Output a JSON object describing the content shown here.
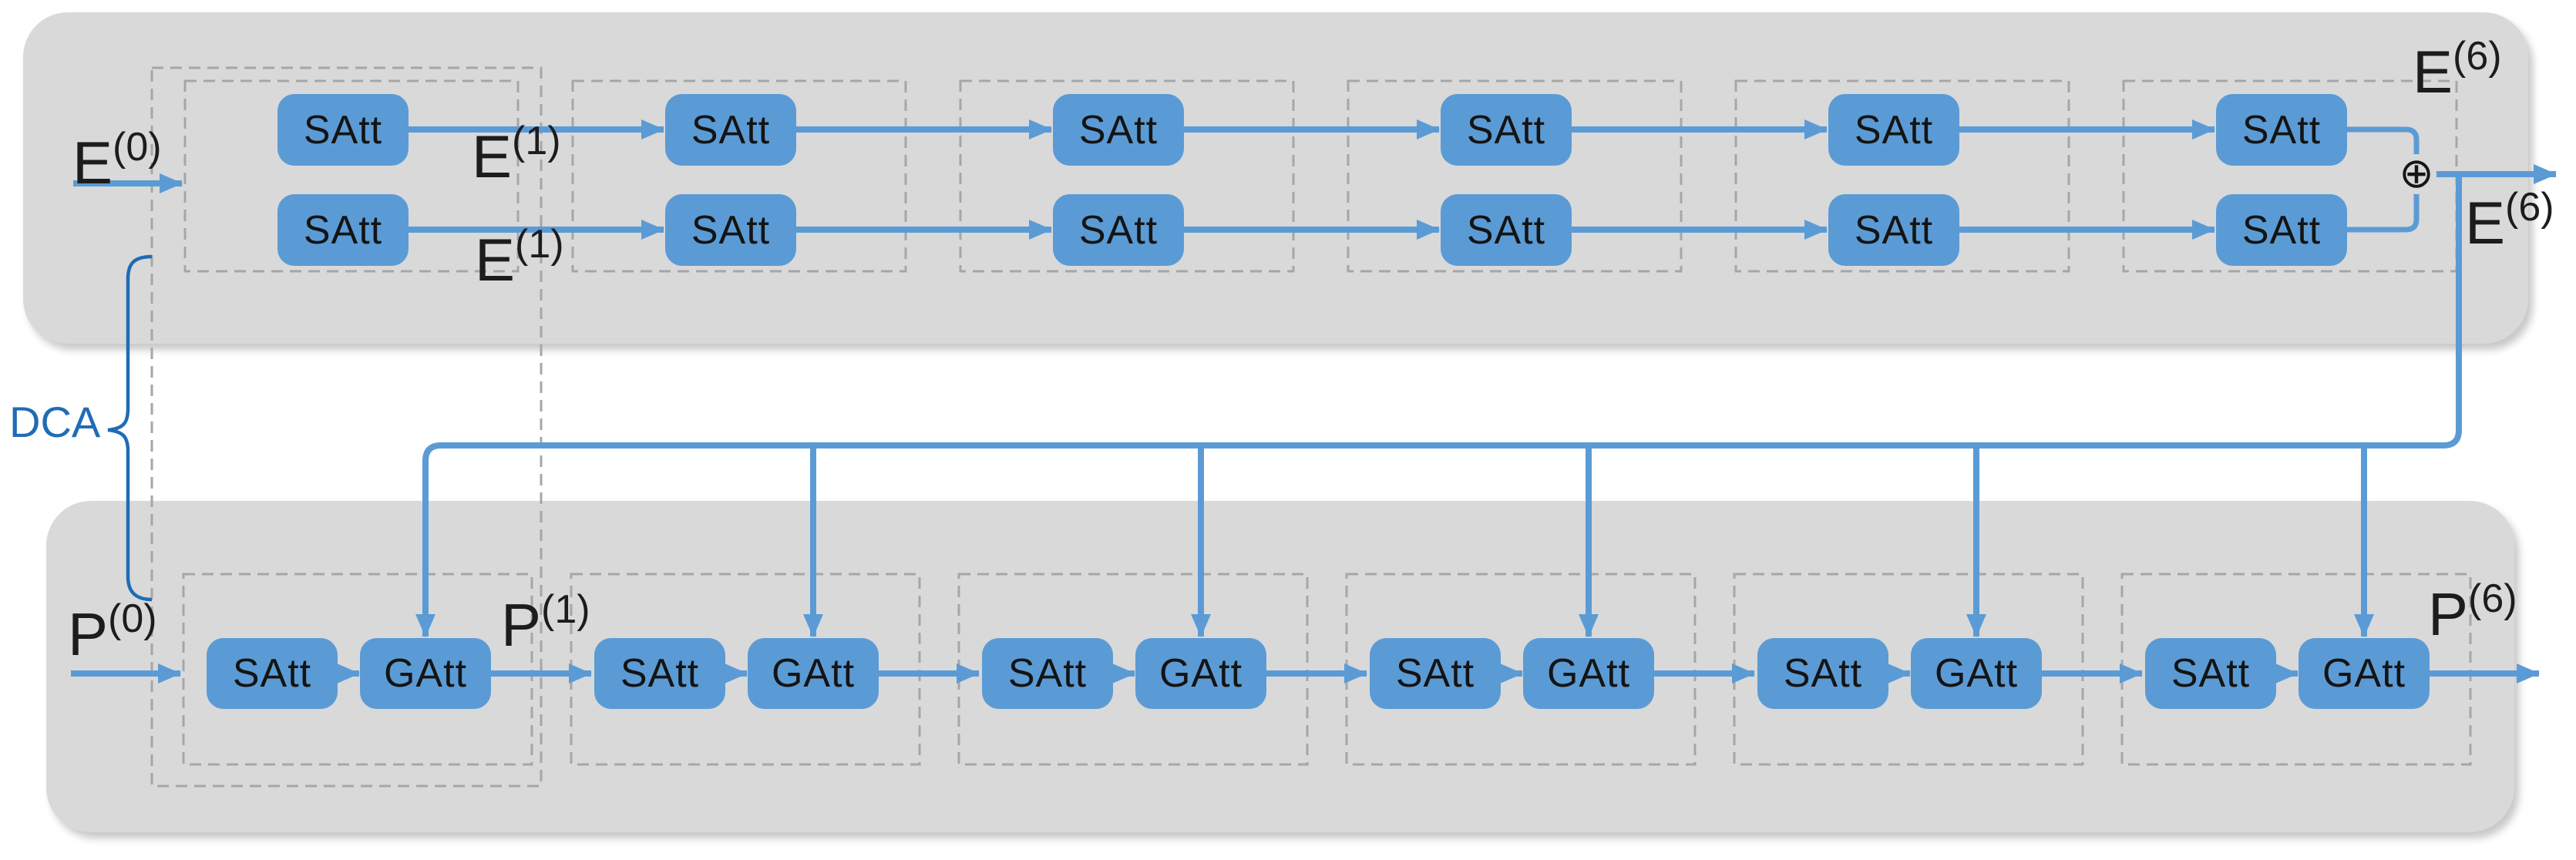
{
  "figure": {
    "dca_label": "DCA",
    "stage_count": 6,
    "encoder_row": {
      "block_label": "SAtt",
      "parallel_blocks": 2,
      "input_label": {
        "base": "E",
        "sup": "(0)"
      },
      "stage1_top_output_label": {
        "base": "E",
        "sup": "(1)"
      },
      "stage1_bottom_output_label": {
        "base": "E",
        "sup": "(1)"
      },
      "final_output_label": {
        "base": "E",
        "sup": "(6)"
      },
      "skip_branch_label": {
        "base": "E",
        "sup": "(6)"
      },
      "merge_symbol": "⊕"
    },
    "decoder_row": {
      "first_block_label": "SAtt",
      "second_block_label": "GAtt",
      "input_label": {
        "base": "P",
        "sup": "(0)"
      },
      "stage1_output_label": {
        "base": "P",
        "sup": "(1)"
      },
      "final_output_label": {
        "base": "P",
        "sup": "(6)"
      }
    },
    "colors": {
      "panel": "#d9d9d9",
      "block_fill": "#5b9bd5",
      "connector": "#5b9bd5",
      "dashed_outline": "#a6a6a6",
      "dca_accent": "#1f6cb5",
      "text": "#1c1c1c"
    }
  }
}
